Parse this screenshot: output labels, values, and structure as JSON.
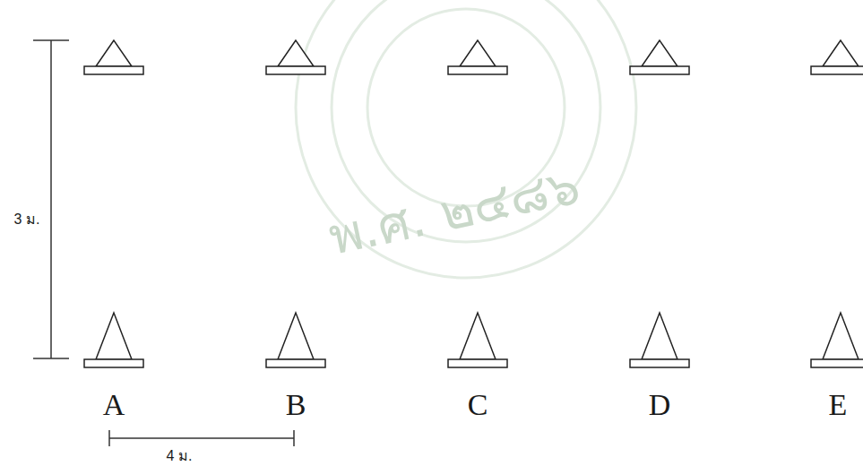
{
  "diagram": {
    "labels": [
      "พ.ศ. ๒๔๘๖",
      "3 ม.",
      "A",
      "B",
      "C",
      "D",
      "E",
      "4 ม."
    ]
  }
}
